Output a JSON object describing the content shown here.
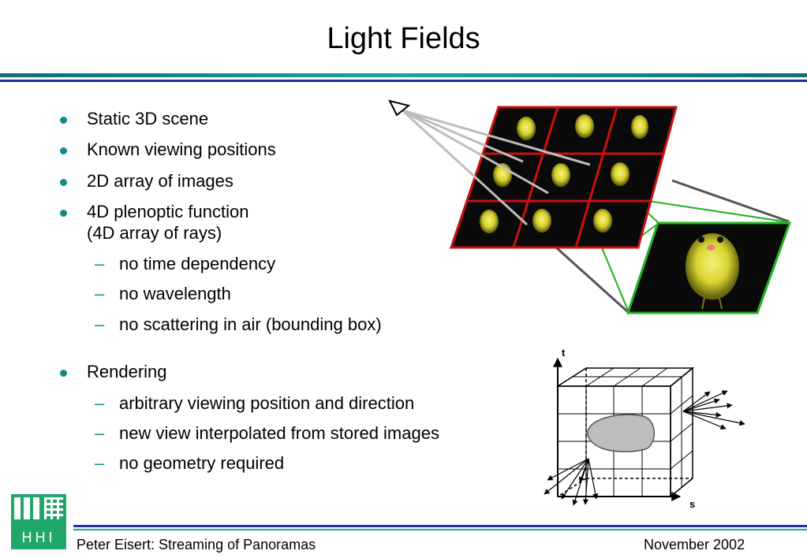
{
  "slide": {
    "title": "Light Fields",
    "bullets": [
      {
        "text": "Static 3D scene"
      },
      {
        "text": "Known viewing positions"
      },
      {
        "text": "2D array of images"
      },
      {
        "text": "4D plenoptic function",
        "text2": "(4D array of rays)",
        "sub": [
          "no time dependency",
          "no wavelength",
          "no scattering in air (bounding box)"
        ]
      },
      {
        "text": "Rendering",
        "sub": [
          "arbitrary viewing position and direction",
          "new view interpolated from stored images",
          "no geometry required"
        ]
      }
    ]
  },
  "figure": {
    "axis_t": "t",
    "axis_s": "s"
  },
  "logo": {
    "text": "HHI"
  },
  "footer": {
    "left": "Peter Eisert:  Streaming of Panoramas",
    "right": "November 2002"
  },
  "colors": {
    "teal": "#0e8c86",
    "navy": "#1c2fa8",
    "frame_red": "#cc1010",
    "frame_green": "#22b022",
    "logo_green": "#20a868"
  }
}
